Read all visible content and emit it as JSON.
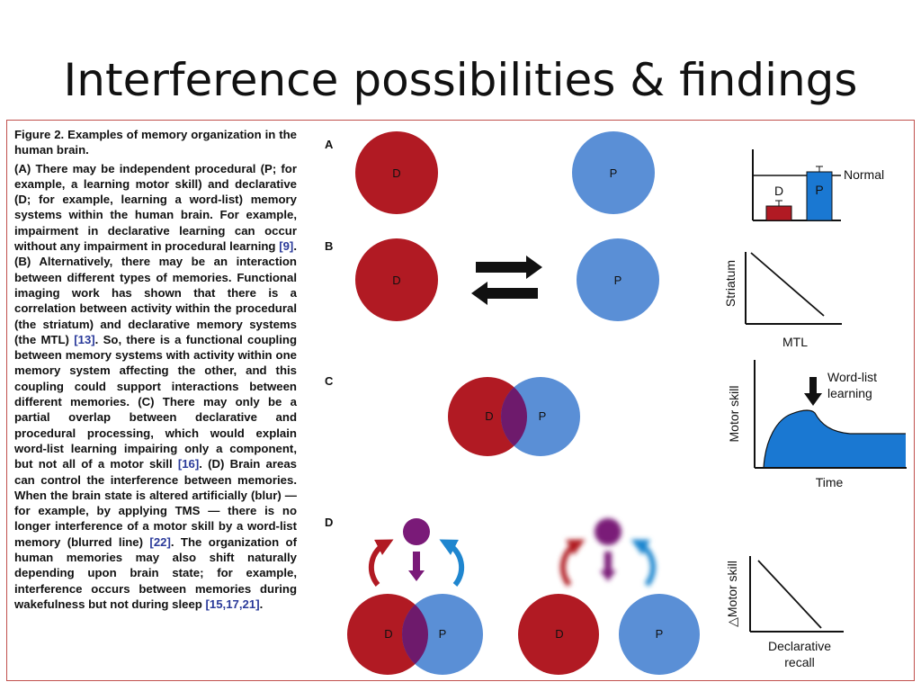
{
  "slide": {
    "title": "Interference possibilities & findings"
  },
  "caption": {
    "heading": "Figure 2. Examples of memory organization in the human brain.",
    "body": [
      {
        "text": "(A) There may be independent procedural (P; for example, a learning motor skill) and declarative (D; for example, learning a word-list) memory systems within the human brain. For example, impairment in declarative learning can occur without any impairment in procedural learning "
      },
      {
        "ref": "[9]"
      },
      {
        "text": ". (B) Alternatively, there may be an interaction between different types of memories. Functional imaging work has shown that there is a correlation between activity within the procedural (the striatum) and declarative memory systems (the MTL) "
      },
      {
        "ref": "[13]"
      },
      {
        "text": ". So, there is a functional coupling between memory systems with activity within one memory system affecting the other, and this coupling could support interactions between different memories. (C) There may only be a partial overlap between declarative and procedural processing, which would explain word-list learning impairing only a component, but not all of a motor skill "
      },
      {
        "ref": "[16]"
      },
      {
        "text": ". (D) Brain areas can control the interference between memories. When the brain state is altered artificially (blur) — for example, by applying TMS — there is no longer interference of a motor skill by a word-list memory (blurred line) "
      },
      {
        "ref": "[22]"
      },
      {
        "text": ". The organization of human memories may also shift naturally depending upon brain state; for example, interference occurs between memories during wakefulness but not during sleep "
      },
      {
        "ref": "[15,17,21]"
      },
      {
        "text": "."
      }
    ]
  },
  "panels": {
    "A": {
      "letter": "A",
      "circle_d": "D",
      "circle_p": "P",
      "chart": {
        "bar_d_label": "D",
        "bar_p_label": "P",
        "normal_label": "Normal"
      }
    },
    "B": {
      "letter": "B",
      "circle_d": "D",
      "circle_p": "P",
      "chart": {
        "ylabel": "Striatum",
        "xlabel": "MTL"
      }
    },
    "C": {
      "letter": "C",
      "circle_d": "D",
      "circle_p": "P",
      "chart": {
        "ylabel": "Motor skill",
        "xlabel": "Time",
        "annotation_line1": "Word-list",
        "annotation_line2": "learning"
      }
    },
    "D": {
      "letter": "D",
      "left_d": "D",
      "left_p": "P",
      "right_d": "D",
      "right_p": "P",
      "chart": {
        "ylabel": "△Motor skill",
        "xlabel_line1": "Declarative",
        "xlabel_line2": "recall"
      }
    }
  },
  "colors": {
    "declarative": "#b11a23",
    "procedural": "#5a8fd6",
    "overlap": "#6e1a6c",
    "control": "#7a1a78",
    "bar_p": "#1a78d2",
    "area_fill": "#1a78d2",
    "frame": "#c0504d"
  }
}
